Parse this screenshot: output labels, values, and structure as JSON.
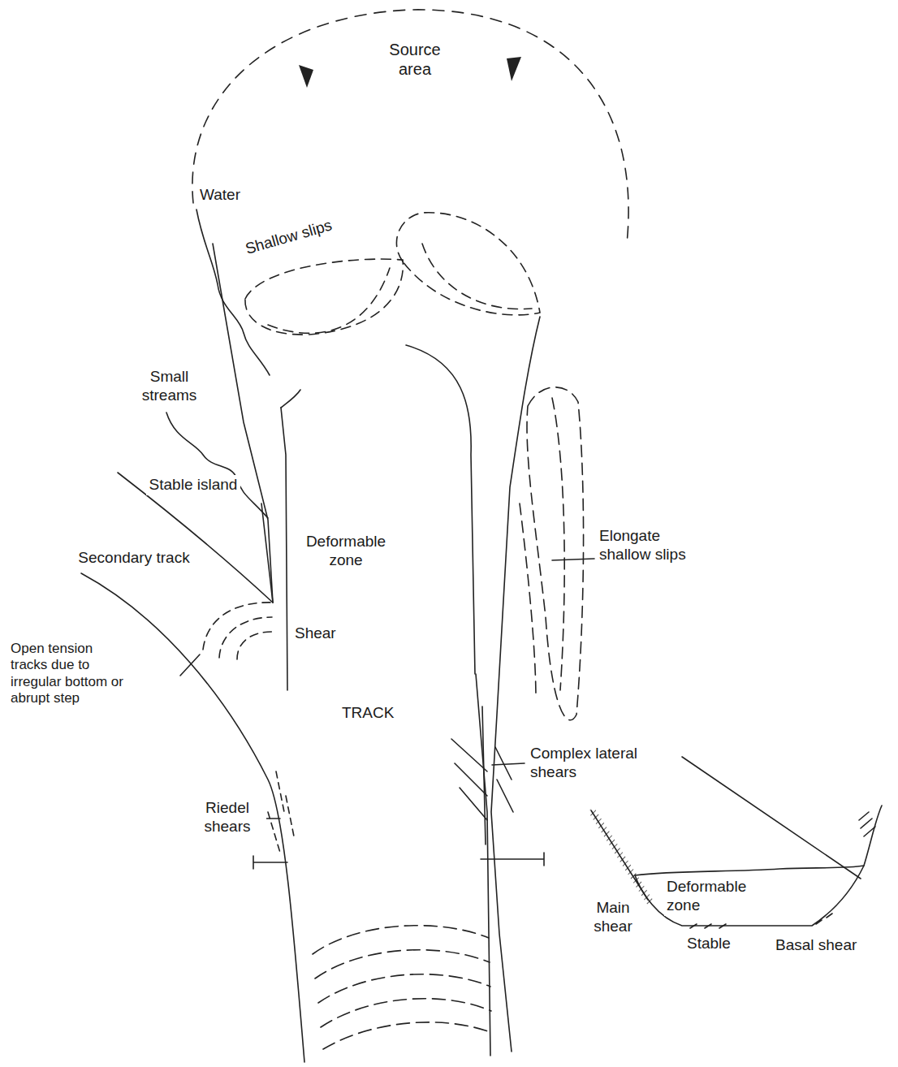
{
  "diagram": {
    "labels": [
      "Source area",
      "Water",
      "Shallow slips",
      "Small streams",
      "Stable island",
      "Deformable zone",
      "Secondary track",
      "Elongate shallow slips",
      "Shear",
      "Open tension tracks due to irregular bottom or abrupt step",
      "TRACK",
      "Complex lateral shears",
      "Riedel shears",
      "Deformable zone",
      "Main shear",
      "Stable",
      "Basal shear"
    ]
  }
}
